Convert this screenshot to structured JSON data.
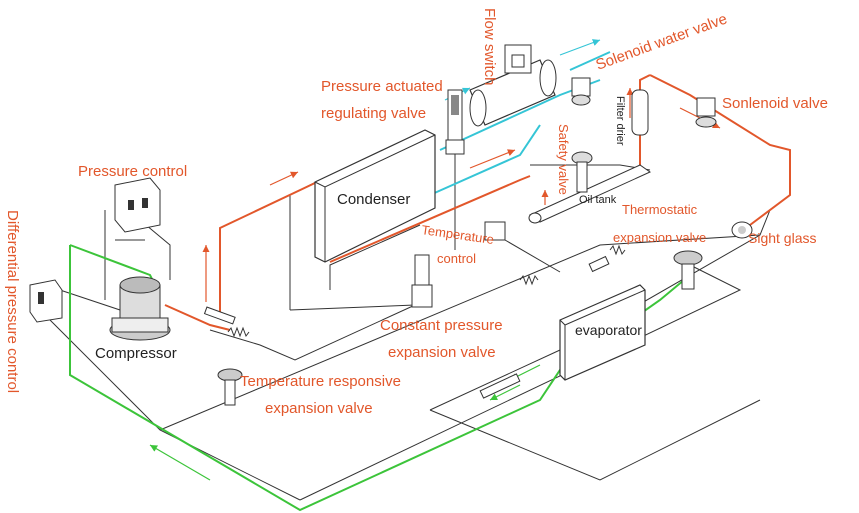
{
  "labels": {
    "flow_switch": "Flow switch",
    "solenoid_water_valve": "Solenoid water valve",
    "pressure_actuated_1": "Pressure actuated",
    "pressure_actuated_2": "regulating valve",
    "pressure_control": "Pressure control",
    "filter_drier": "Filter drier",
    "solenoid_valve": "Sonlenoid valve",
    "safety_valve": "Safety valve",
    "condenser": "Condenser",
    "oil_tank": "Oil tank",
    "thermostatic_1": "Thermostatic",
    "thermostatic_2": "expansion valve",
    "sight_glass": "Sight glass",
    "temperature_control_1": "Temperature",
    "temperature_control_2": "control",
    "differential_pressure_control": "Differential pressure control",
    "constant_pressure_1": "Constant pressure",
    "constant_pressure_2": "expansion valve",
    "evaporator": "evaporator",
    "compressor": "Compressor",
    "temp_responsive_1": "Temperature responsive",
    "temp_responsive_2": "expansion valve"
  },
  "colors": {
    "label_red": "#e2572b",
    "hot_line": "#e2572b",
    "water_line": "#35c5d6",
    "suction_line": "#3cc43a",
    "outline": "#333333"
  }
}
